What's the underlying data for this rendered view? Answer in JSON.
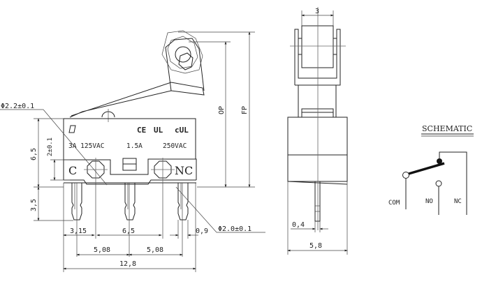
{
  "front_view": {
    "markings": {
      "rating_left": "3A 125VAC",
      "rating_mid": "1.5A",
      "rating_right": "250VAC",
      "cert_ce": "CE",
      "cert_ul": "UL",
      "cert_cul": "cUL"
    },
    "terminal_labels": {
      "common": "C",
      "normally_closed": "NC"
    },
    "dimensions": {
      "hole_dia": "Φ2.2±0.1",
      "pin_dia": "Φ2.0±0.1",
      "body_height": "6,5",
      "hole_height": "2±0.1",
      "pin_length": "3,5",
      "edge_to_hole": "3,15",
      "hole_spacing": "6,5",
      "pin_width": "0,9",
      "pitch_left": "5,08",
      "pitch_right": "5,08",
      "body_length": "12,8",
      "operating_position": "OP",
      "free_position": "FP"
    }
  },
  "side_view": {
    "dimensions": {
      "roller_width": "3",
      "pin_thickness": "0,4",
      "body_width": "5,8"
    }
  },
  "schematic": {
    "title": "SCHEMATIC",
    "labels": {
      "com": "COM",
      "no": "NO",
      "nc": "NC"
    }
  }
}
